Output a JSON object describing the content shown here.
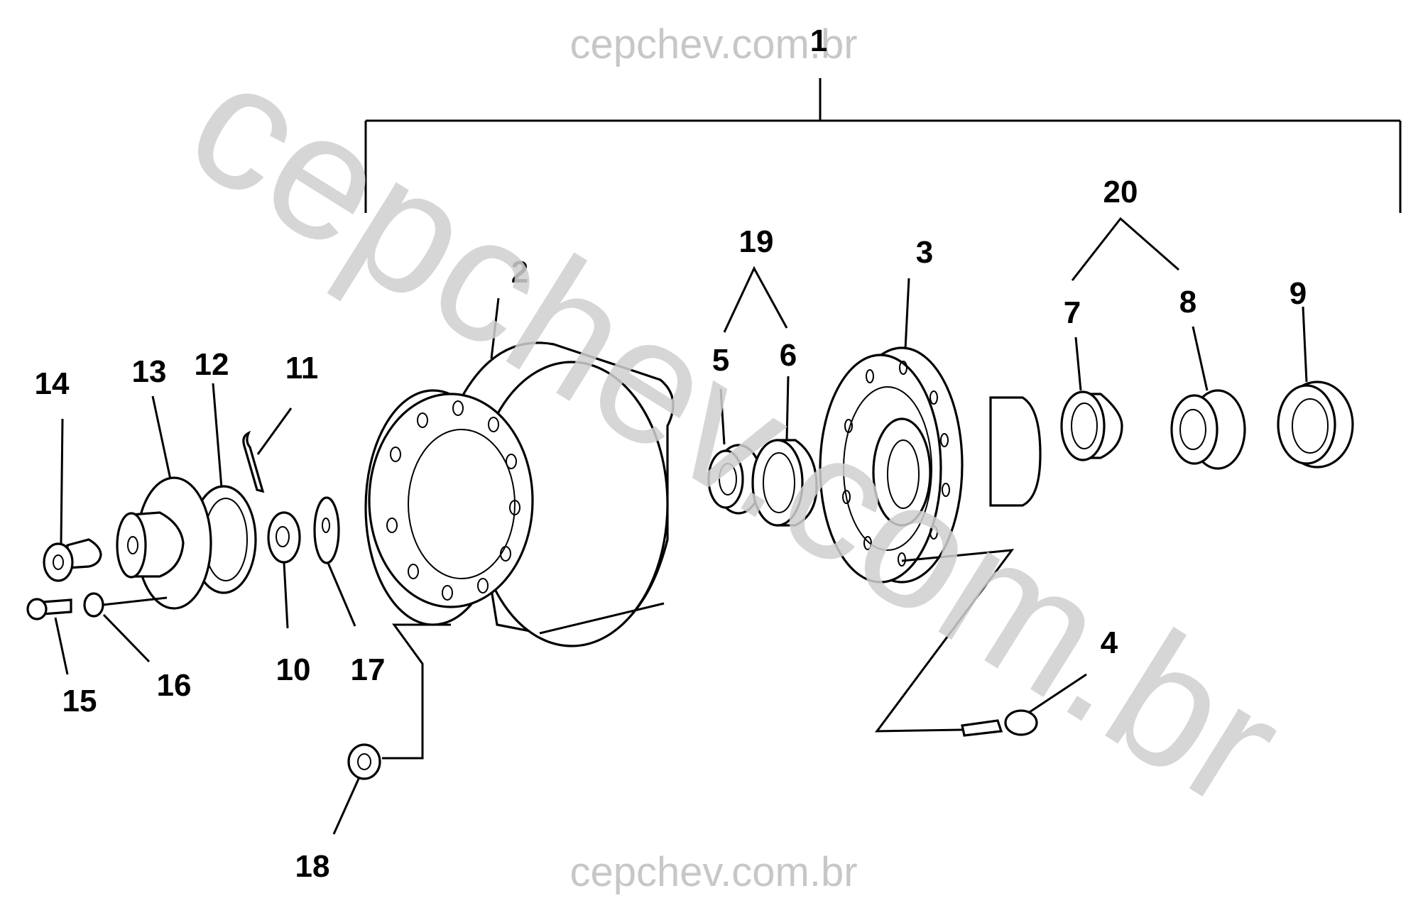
{
  "watermark": {
    "top": "cepchev.com.br",
    "bottom": "cepchev.com.br",
    "diagonal": "cepchev.com.br"
  },
  "callouts": {
    "c1": "1",
    "c2": "2",
    "c3": "3",
    "c4": "4",
    "c5": "5",
    "c6": "6",
    "c7": "7",
    "c8": "8",
    "c9": "9",
    "c10": "10",
    "c11": "11",
    "c12": "12",
    "c13": "13",
    "c14": "14",
    "c15": "15",
    "c16": "16",
    "c17": "17",
    "c18": "18",
    "c19": "19",
    "c20": "20"
  }
}
